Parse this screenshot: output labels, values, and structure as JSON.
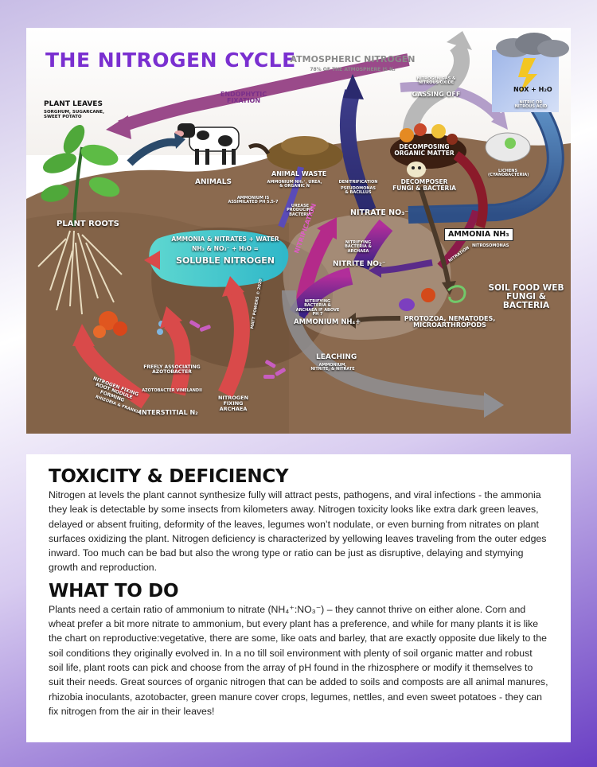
{
  "diagram": {
    "title": "THE NITROGEN CYCLE",
    "atmospheric_title": "ATMOSPHERIC NITROGEN",
    "atmospheric_sub": "78% OF THE ATMOSPHERE IS N₂",
    "gassing_off": "GASSING OFF",
    "gassing_off_note": "NITROGEN GAS & NITROUS OXIDE",
    "nox_label": "NOx + H₂O",
    "nitric_acid_note": "NITRIC OR NITROUS ACID",
    "plant_leaves_title": "PLANT LEAVES",
    "plant_leaves_sub": "SORGHUM, SUGARCANE, SWEET POTATO",
    "endophytic_fixation": "ENDOPHYTIC FIXATION",
    "animals": "ANIMALS",
    "animal_waste_title": "ANIMAL WASTE",
    "animal_waste_sub": "AMMONIUM NH₄⁺, UREA, & ORGANIC N",
    "ammonium_assimilated": "AMMONIUM IS ASSIMILATED PH 5.5-7",
    "urease_bacteria": "UREASE PRODUCING BACTERIA",
    "denitrification": "DENITRIFICATION",
    "denitrification_sub": "PSEUDOMONAS & BACILLUS",
    "decomposing_title": "DECOMPOSING ORGANIC MATTER",
    "decomposer_title": "DECOMPOSER FUNGI & BACTERIA",
    "lichens": "LICHENS (CYANOBACTERIA)",
    "plant_roots": "PLANT ROOTS",
    "soluble_line1": "AMMONIA & NITRATES + WATER",
    "soluble_line2": "NH₃ & NO₃⁻ + H₂O =",
    "soluble_line3": "SOLUBLE NITROGEN",
    "nitrate": "NITRATE NO₃⁻",
    "nitrite": "NITRITE NO₂⁻",
    "ammonium": "AMMONIUM NH₄+",
    "nitrifying_1": "NITRIFYING BACTERIA & ARCHAEA",
    "nitrifying_2": "NITRIFYING BACTERIA & ARCHAEA IF ABOVE PH 7",
    "nitrification": "NITRIFICATION",
    "nitration": "NITRATION",
    "ammonia": "AMMONIA NH₃",
    "nitrosomonas": "NITROSOMONAS",
    "soil_food_web": "SOIL FOOD WEB FUNGI & BACTERIA",
    "protozoa": "PROTOZOA, NEMATODES, MICROARTHROPODS",
    "leaching_title": "LEACHING",
    "leaching_sub": "AMMONIUM, NITRITE, & NITRATE",
    "freely_title": "FREELY ASSOCIATING AZOTOBACTER",
    "freely_sub": "AZOTOBACTER VINELANDII",
    "interstitial": "INTERSTITIAL N₂",
    "fixing_archaea": "NITROGEN FIXING ARCHAEA",
    "nodule_title": "NITROGEN FIXING ROOT NODULE FORMING",
    "nodule_sub": "RHIZOBIA & FRANKIA",
    "signature": "MATT POWERS © 2020",
    "colors": {
      "soil": "#8b6a4f",
      "soil_dark": "#6e5038",
      "purple": "#6b2fa8",
      "red_arrow": "#d94a4a",
      "navy": "#2b2a6e",
      "teal": "#3ec9c9",
      "title": "#7a2fd0"
    }
  },
  "text": {
    "heading1": "TOXICITY & DEFICIENCY",
    "para1": "Nitrogen at levels the plant cannot synthesize fully will attract pests, pathogens, and viral infections - the ammonia they leak is detectable by some insects from kilometers away. Nitrogen toxicity looks like extra dark green leaves, delayed or absent fruiting, deformity of the leaves,  legumes won’t nodulate, or even burning from nitrates on plant surfaces oxidizing the plant.  Nitrogen deficiency is characterized by yellowing leaves traveling from the outer edges inward. Too much can be bad but also the wrong type or ratio can be just as disruptive, delaying and stymying growth and reproduction.",
    "heading2": "WHAT TO DO",
    "para2": "Plants need a certain ratio of ammonium to nitrate (NH₄⁺:NO₃⁻) – they cannot thrive on either alone. Corn and wheat prefer a bit more nitrate to ammonium, but every plant has a preference, and while for many plants it is like the chart on reproductive:vegetative, there are some, like oats and barley, that are exactly opposite due likely to the soil conditions they originally evolved in. In a no till soil environment with plenty of soil organic matter and robust soil life, plant roots can pick and choose from the array of pH found in the rhizosphere or modify it themselves to suit their needs. Great sources of organic nitrogen that can be added to soils and composts are all animal manures, rhizobia inoculants, azotobacter, green manure cover crops, legumes, nettles, and even sweet potatoes - they can fix nitrogen from the air in their leaves!"
  }
}
